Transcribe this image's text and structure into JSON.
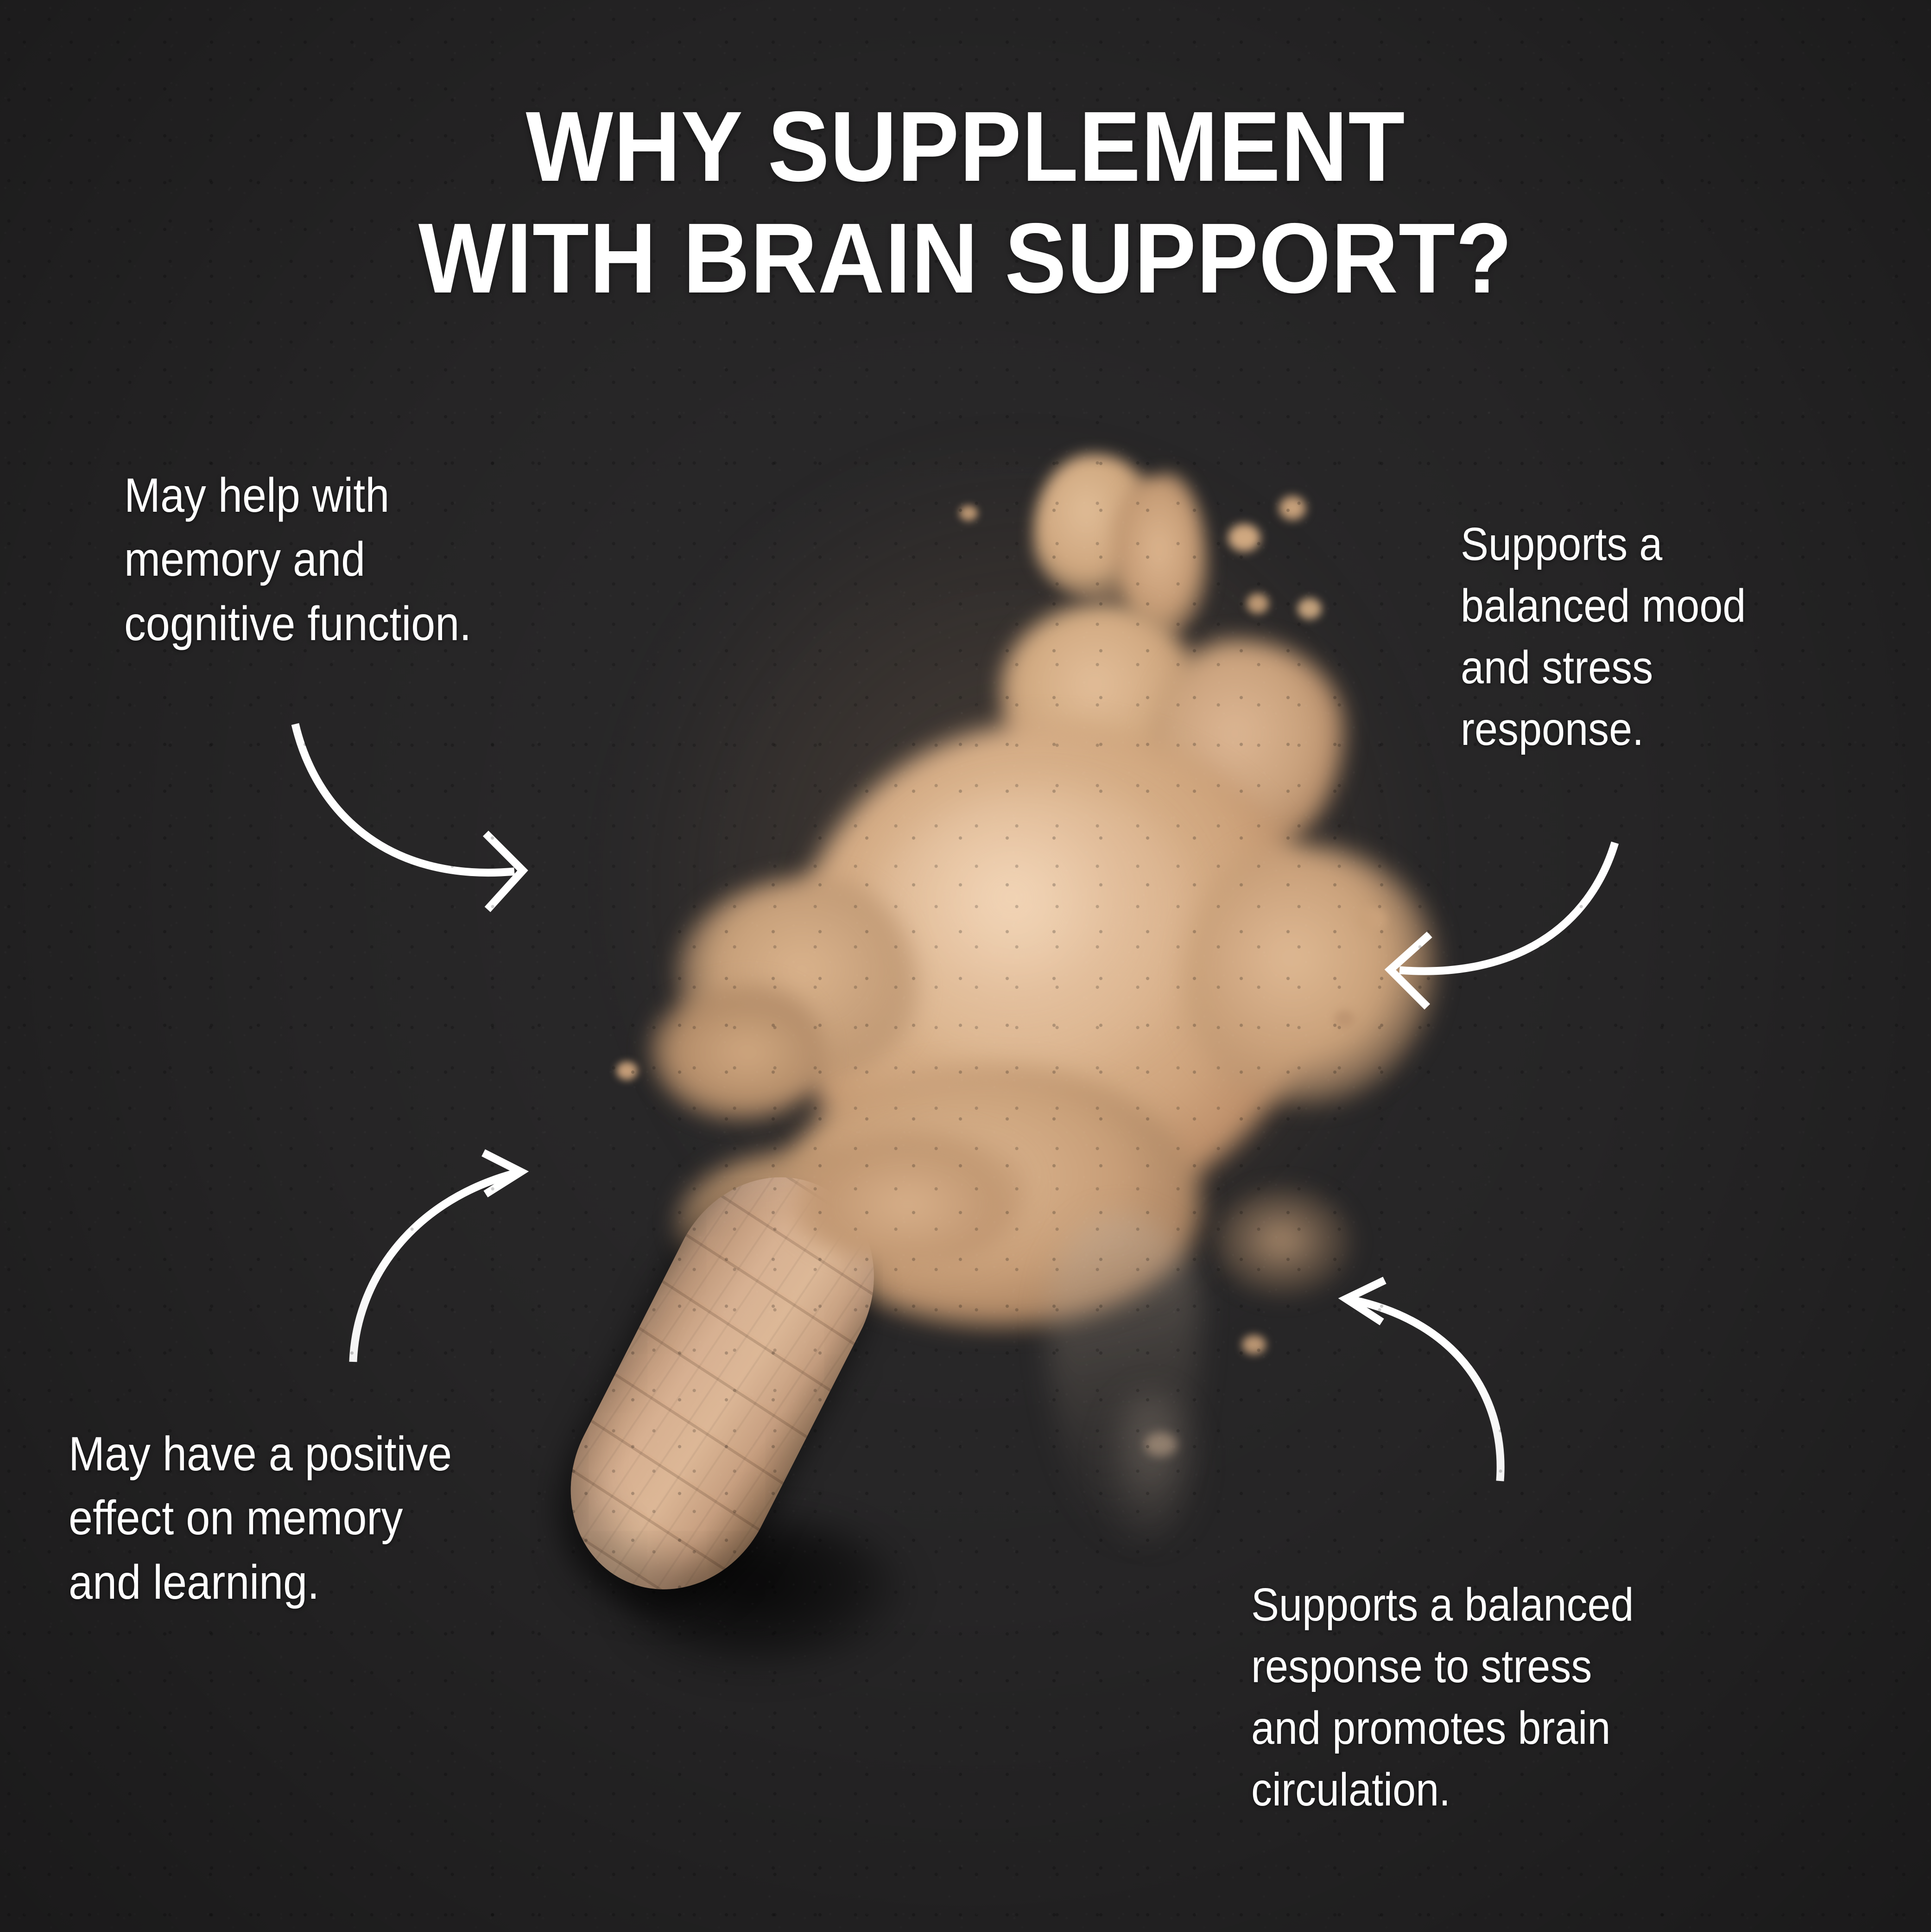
{
  "background": {
    "color": "#262526",
    "description": "dark charcoal textured paper"
  },
  "headline": {
    "text": "WHY SUPPLEMENT\nWITH BRAIN SUPPORT?",
    "color": "#ffffff"
  },
  "callouts": [
    {
      "id": "top-left",
      "text": "May help with\nmemory and\ncognitive function.",
      "color": "#ffffff"
    },
    {
      "id": "top-right",
      "text": "Supports a\nbalanced mood\nand stress\nresponse.",
      "color": "#ffffff"
    },
    {
      "id": "bottom-left",
      "text": "May have a positive\neffect on memory\nand learning.",
      "color": "#ffffff"
    },
    {
      "id": "bottom-right",
      "text": "Supports a balanced\nresponse to stress\nand promotes brain\ncirculation.",
      "color": "#ffffff"
    }
  ],
  "arrows": [
    {
      "id": "arrow-top-left",
      "points_from": "top-left callout",
      "points_to": "center powder",
      "direction": "down-right",
      "color": "#ffffff"
    },
    {
      "id": "arrow-top-right",
      "points_from": "top-right callout",
      "points_to": "center powder",
      "direction": "down-left",
      "color": "#ffffff"
    },
    {
      "id": "arrow-bottom-left",
      "points_from": "bottom-left callout",
      "points_to": "center powder",
      "direction": "up-right",
      "color": "#ffffff"
    },
    {
      "id": "arrow-bottom-right",
      "points_from": "bottom-right callout",
      "points_to": "center powder",
      "direction": "up-left",
      "color": "#ffffff"
    }
  ],
  "photo": {
    "capsule": {
      "label": "tan supplement capsule",
      "color": "#d2ab8a",
      "tilt_degrees": 27
    },
    "powder": {
      "label": "spilled tan supplement powder",
      "color": "#cfa379",
      "highlight_color": "#e5c29c",
      "shadow_color": "#8a6747"
    }
  }
}
